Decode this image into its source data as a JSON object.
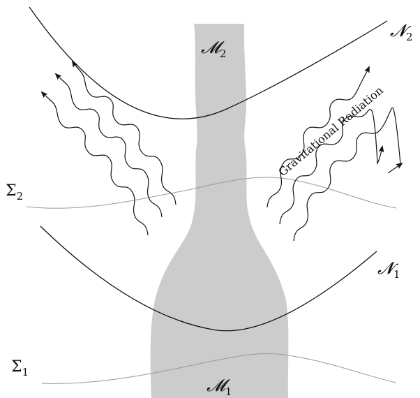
{
  "labels": {
    "M2": {
      "main": "𝓜",
      "sub": "2"
    },
    "M1": {
      "main": "𝓜",
      "sub": "1"
    },
    "N2": {
      "main": "𝓝",
      "sub": "2"
    },
    "N1": {
      "main": "𝓝",
      "sub": "1"
    },
    "Sigma2": {
      "main": "Σ",
      "sub": "2"
    },
    "Sigma1": {
      "main": "Σ",
      "sub": "1"
    },
    "radiation": "Gravitational Radiation"
  },
  "colors": {
    "body_fill": "#cccccc",
    "curve": "#111111",
    "sigma_curve": "#999999"
  }
}
